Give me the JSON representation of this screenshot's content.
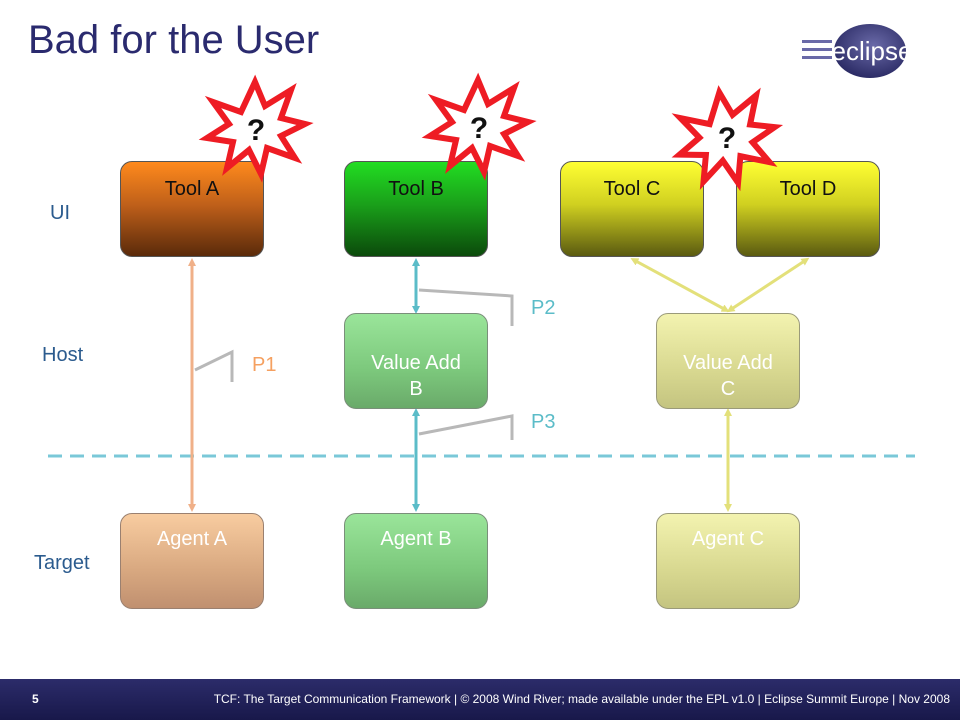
{
  "slide": {
    "title": "Bad for the User",
    "logo_text": "eclipse"
  },
  "layers": {
    "ui": "UI",
    "host": "Host",
    "target": "Target"
  },
  "tools": {
    "a": "Tool A",
    "b": "Tool B",
    "c": "Tool C",
    "d": "Tool D"
  },
  "host_boxes": {
    "b": "Value Add\nB",
    "c": "Value Add\nC"
  },
  "agents": {
    "a": "Agent A",
    "b": "Agent B",
    "c": "Agent C"
  },
  "protocols": {
    "p1": "P1",
    "p2": "P2",
    "p3": "P3"
  },
  "bursts": {
    "a": "?",
    "b": "?",
    "c": "?"
  },
  "colors": {
    "title": "#2a2a6e",
    "layer_label": "#2b5b8e",
    "p1": "#f5a060",
    "p2": "#5bbcc8",
    "p3": "#5bbcc8",
    "arrow_a": "#f0b088",
    "arrow_b": "#5bbcc8",
    "arrow_c": "#e3e07a",
    "divider": "#7ac8d8",
    "burst_fill": "#ffffff",
    "burst_stroke": "#ee1c24"
  },
  "footer": {
    "page": "5",
    "text": "TCF: The Target Communication Framework | © 2008 Wind River; made available under the EPL v1.0 | Eclipse Summit Europe | Nov 2008"
  }
}
